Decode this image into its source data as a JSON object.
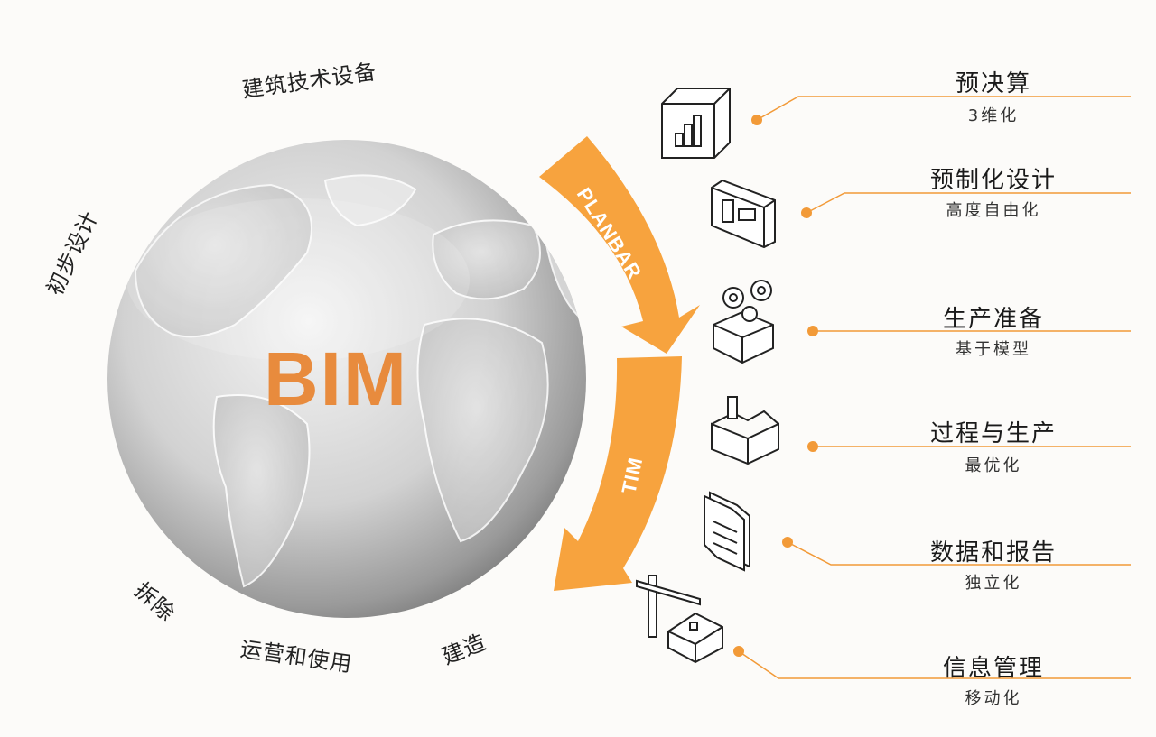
{
  "center": {
    "label": "BIM"
  },
  "phases": [
    {
      "id": "design",
      "label": "建筑技术设备"
    },
    {
      "id": "initial",
      "label": "初步设计"
    },
    {
      "id": "demolish",
      "label": "拆除"
    },
    {
      "id": "operate",
      "label": "运营和使用"
    },
    {
      "id": "build",
      "label": "建造"
    }
  ],
  "arrows": [
    {
      "id": "planbar",
      "label": "PLANBAR"
    },
    {
      "id": "tim",
      "label": "TIM"
    }
  ],
  "items": [
    {
      "id": "budget",
      "title": "预决算",
      "subtitle": "3维化",
      "icon": "chart-box-icon"
    },
    {
      "id": "prefab",
      "title": "预制化设计",
      "subtitle": "高度自由化",
      "icon": "wall-panel-icon"
    },
    {
      "id": "production-prep",
      "title": "生产准备",
      "subtitle": "基于模型",
      "icon": "gears-box-icon"
    },
    {
      "id": "process",
      "title": "过程与生产",
      "subtitle": "最优化",
      "icon": "factory-icon"
    },
    {
      "id": "data",
      "title": "数据和报告",
      "subtitle": "独立化",
      "icon": "document-icon"
    },
    {
      "id": "info",
      "title": "信息管理",
      "subtitle": "移动化",
      "icon": "crane-house-icon"
    }
  ],
  "colors": {
    "accent": "#f7a33e",
    "line": "#f29a38",
    "text": "#1a1a1a"
  }
}
